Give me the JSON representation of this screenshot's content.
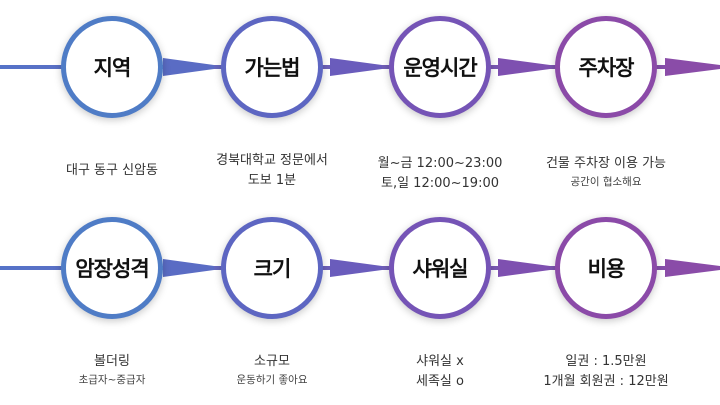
{
  "row1": [
    {
      "title": "지역",
      "line1": "대구 동구 신암동",
      "line2": ""
    },
    {
      "title": "가는법",
      "line1": "경북대학교 정문에서",
      "line2": "도보 1분"
    },
    {
      "title": "운영시간",
      "line1": "월~금  12:00~23:00",
      "line2": "토,일 12:00~19:00"
    },
    {
      "title": "주차장",
      "line1": "건물 주차장 이용 가능",
      "line2": "공간이 협소해요"
    }
  ],
  "row2": [
    {
      "title": "암장성격",
      "line1": "볼더링",
      "line2": "초급자~중급자"
    },
    {
      "title": "크기",
      "line1": "소규모",
      "line2": "운동하기 좋아요"
    },
    {
      "title": "샤워실",
      "line1": "샤워실 x",
      "line2": "세족실 o"
    },
    {
      "title": "비용",
      "line1": "일권 : 1.5만원",
      "line2": "1개월 회원권 : 12만원"
    }
  ],
  "colors": {
    "line_start": "#5573c8",
    "line_end": "#8a4ca8",
    "circle_borders": [
      "#4f7cc6",
      "#5d66c2",
      "#7554b6",
      "#8b4aa8"
    ]
  }
}
